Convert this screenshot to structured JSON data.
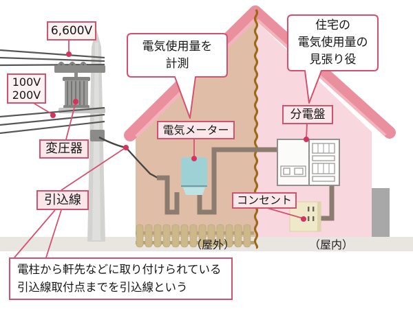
{
  "labels": {
    "high_voltage": "6,600V",
    "low_voltage_line1": "100V",
    "low_voltage_line2": "200V",
    "transformer": "変圧器",
    "service_wire": "引込線",
    "electric_meter": "電気メーター",
    "distribution_board": "分電盤",
    "outlet": "コンセント",
    "outdoor": "（屋外）",
    "indoor": "（屋内）"
  },
  "meter_bubble": {
    "line1": "電気使用量を",
    "line2": "計測"
  },
  "panel_bubble": {
    "line1": "住宅の",
    "line2": "電気使用量の",
    "line3": "見張り役"
  },
  "note": {
    "line1": "電柱から軒先などに取り付けられている",
    "line2": "引込線取付点までを引込線という"
  },
  "colors": {
    "accent_border": "#d5506f",
    "connector_dot": "#d4335e",
    "roof_band": "#ea8f9d",
    "roof_highlight": "#f3b5bd",
    "exterior_wall": "#e0bda7",
    "interior_wall": "#f8d8de",
    "cutaway_line": "#9d6915",
    "meter_body": "#9ed1d5",
    "cable": "#8c7b6f",
    "fence": "#ccb88b",
    "ground": "#e9e5e1",
    "label_pink_bg": "#fbe7ea",
    "label_white_bg": "#fdf2f2"
  }
}
